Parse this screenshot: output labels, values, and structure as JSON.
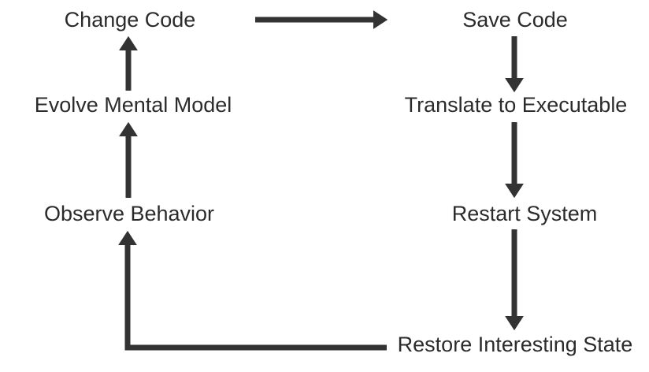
{
  "diagram": {
    "type": "flow-cycle",
    "background": "#ffffff"
  },
  "colors": {
    "text": "#2b2b2b",
    "arrow": "#333333",
    "background": "#ffffff"
  },
  "nodes": {
    "change_code": {
      "label": "Change Code"
    },
    "save_code": {
      "label": "Save Code"
    },
    "evolve_mental_model": {
      "label": "Evolve Mental Model"
    },
    "translate_to_executable": {
      "label": "Translate to Executable"
    },
    "observe_behavior": {
      "label": "Observe Behavior"
    },
    "restart_system": {
      "label": "Restart System"
    },
    "restore_interesting_state": {
      "label": "Restore Interesting State"
    }
  },
  "edges": [
    {
      "from": "change_code",
      "to": "save_code",
      "direction": "right"
    },
    {
      "from": "save_code",
      "to": "translate_to_executable",
      "direction": "down"
    },
    {
      "from": "translate_to_executable",
      "to": "restart_system",
      "direction": "down"
    },
    {
      "from": "restart_system",
      "to": "restore_interesting_state",
      "direction": "down"
    },
    {
      "from": "restore_interesting_state",
      "to": "observe_behavior",
      "direction": "left-then-up"
    },
    {
      "from": "observe_behavior",
      "to": "evolve_mental_model",
      "direction": "up"
    },
    {
      "from": "evolve_mental_model",
      "to": "change_code",
      "direction": "up"
    }
  ]
}
